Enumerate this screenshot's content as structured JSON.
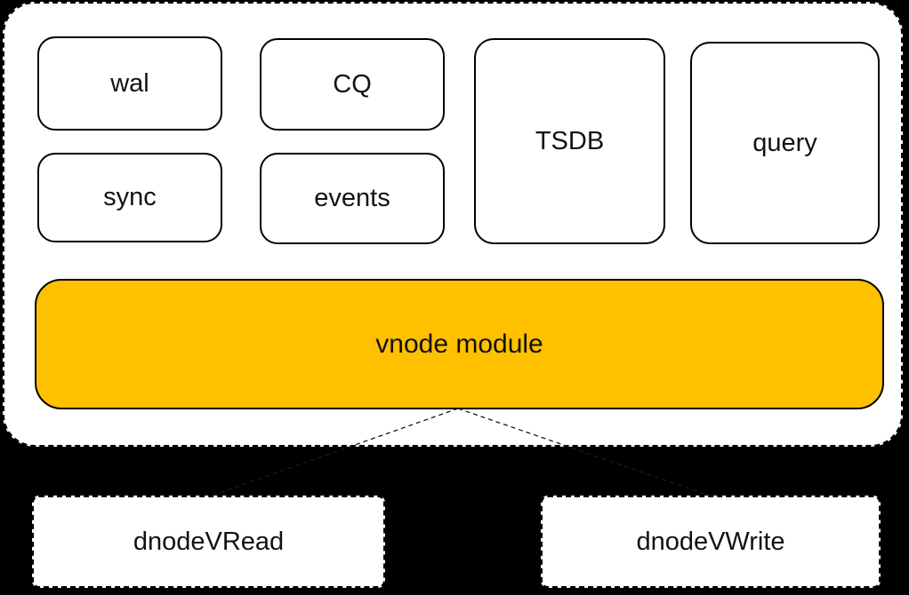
{
  "diagram": {
    "colors": {
      "background": "#000000",
      "container_fill": "#FFFFFF",
      "outline": "#000000",
      "vnode_fill": "#FFC000",
      "text": "#121212"
    },
    "boxes": {
      "wal": {
        "label": "wal"
      },
      "cq": {
        "label": "CQ"
      },
      "tsdb": {
        "label": "TSDB"
      },
      "query": {
        "label": "query"
      },
      "sync": {
        "label": "sync"
      },
      "events": {
        "label": "events"
      },
      "vnode": {
        "label": "vnode module"
      },
      "dnode_read": {
        "label": "dnodeVRead"
      },
      "dnode_write": {
        "label": "dnodeVWrite"
      }
    }
  }
}
